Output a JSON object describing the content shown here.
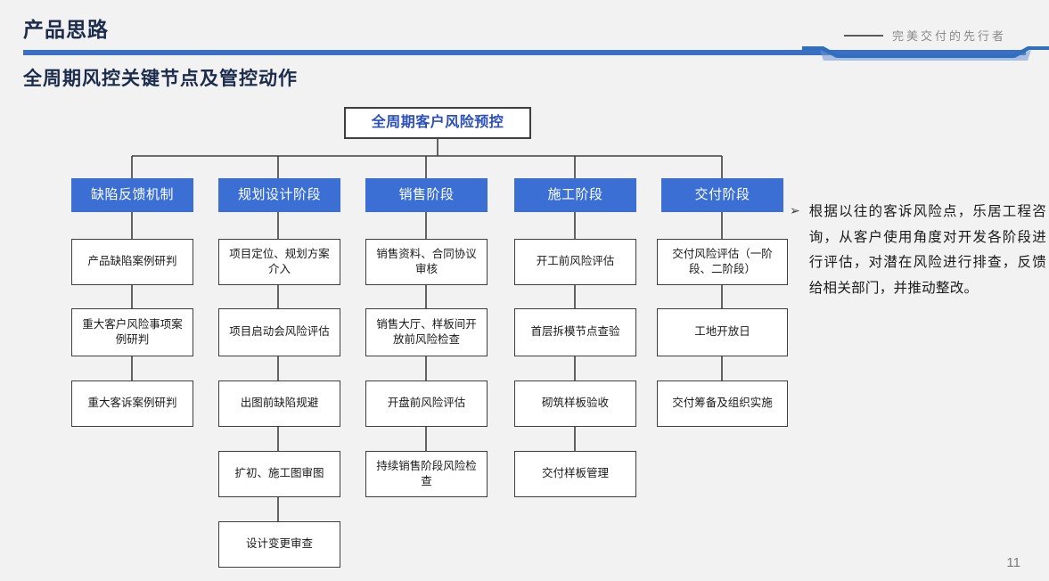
{
  "header": {
    "kicker": "产品思路",
    "tagline": "完美交付的先行者",
    "section_title": "全周期风控关键节点及管控动作",
    "accent_color": "#3b6fc4",
    "title_color": "#1c2c4c"
  },
  "diagram": {
    "root": {
      "label": "全周期客户风险预控",
      "text_color": "#2b4fbf"
    },
    "header_color": "#3b6fd4",
    "columns": [
      {
        "header": "缺陷反馈机制",
        "nodes": [
          "产品缺陷案例研判",
          "重大客户风险事项案例研判",
          "重大客诉案例研判"
        ]
      },
      {
        "header": "规划设计阶段",
        "nodes": [
          "项目定位、规划方案介入",
          "项目启动会风险评估",
          "出图前缺陷规避",
          "扩初、施工图审图",
          "设计变更审查"
        ]
      },
      {
        "header": "销售阶段",
        "nodes": [
          "销售资料、合同协议审核",
          "销售大厅、样板间开放前风险检查",
          "开盘前风险评估",
          "持续销售阶段风险检查"
        ]
      },
      {
        "header": "施工阶段",
        "nodes": [
          "开工前风险评估",
          "首层拆模节点查验",
          "砌筑样板验收",
          "交付样板管理"
        ]
      },
      {
        "header": "交付阶段",
        "nodes": [
          "交付风险评估（一阶段、二阶段）",
          "工地开放日",
          "交付筹备及组织实施"
        ]
      }
    ]
  },
  "note": {
    "bullet": "➢",
    "text": "根据以往的客诉风险点，乐居工程咨询，从客户使用角度对开发各阶段进行评估，对潜在风险进行排查，反馈给相关部门，并推动整改。"
  },
  "footer": {
    "page_number": "11"
  }
}
